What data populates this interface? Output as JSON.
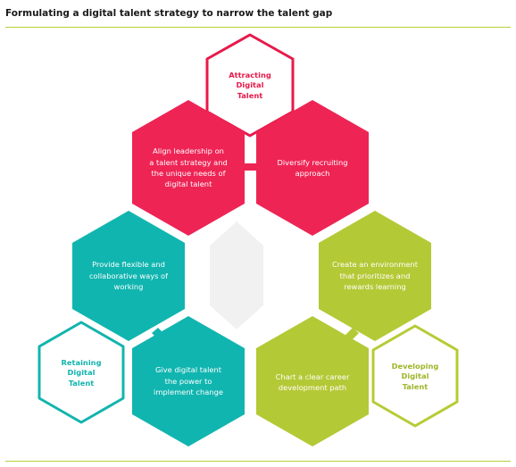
{
  "title": "Formulating a digital talent strategy to narrow the talent gap",
  "colors": {
    "red": "#ee2455",
    "teal": "#11b5b0",
    "green": "#b4c936",
    "center": "#f1f1f1",
    "rule": "#b9cf3a",
    "outline_red": "#e8194a",
    "outline_teal": "#13b4ae",
    "outline_green": "#b6cb35"
  },
  "hexes": {
    "attracting": "Attracting\nDigital\nTalent",
    "align_leadership": "Align leadership on\na talent strategy and\nthe unique needs of\ndigital talent",
    "diversify": "Diversify recruiting\napproach",
    "provide_flexible": "Provide flexible and\ncollaborative ways of\nworking",
    "create_environment": "Create an environment\nthat prioritizes and\nrewards learning",
    "retaining": "Retaining\nDigital\nTalent",
    "give_power": "Give digital talent\nthe power to\nimplement change",
    "chart_career": "Chart a clear career\ndevelopment path",
    "developing": "Developing\nDigital\nTalent"
  }
}
